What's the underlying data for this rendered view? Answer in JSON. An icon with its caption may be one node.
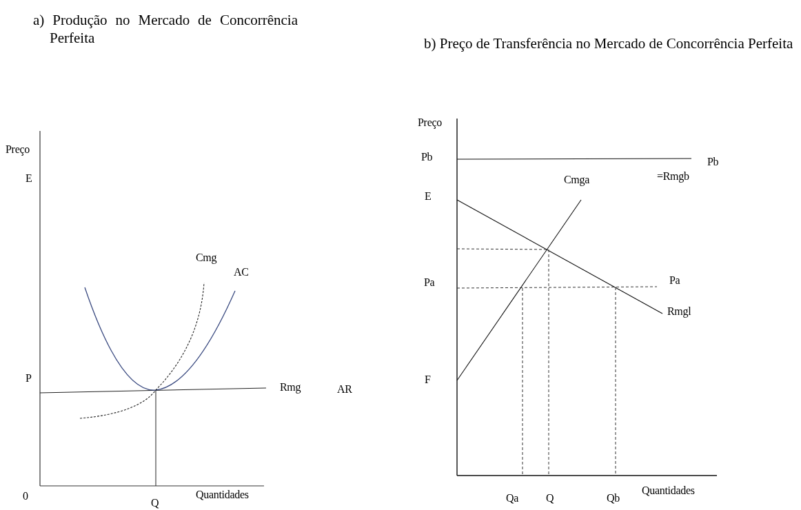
{
  "diagram": {
    "labels": [
      "a) Produção no Mercado de Concorrência Perfeita",
      "b) Preço de Transferência no Mercado de Concorrência Perfeita",
      "Preço",
      "E",
      "Cmg",
      "AC",
      "P",
      "Rmg",
      "AR",
      "0",
      "Q",
      "Quantidades",
      "Preço",
      "Pb",
      "Pb",
      "Cmga",
      "=Rmgb",
      "E",
      "Pa",
      "Pa",
      "Rmgl",
      "F",
      "Qa",
      "Q",
      "Qb",
      "Quantidades"
    ]
  }
}
